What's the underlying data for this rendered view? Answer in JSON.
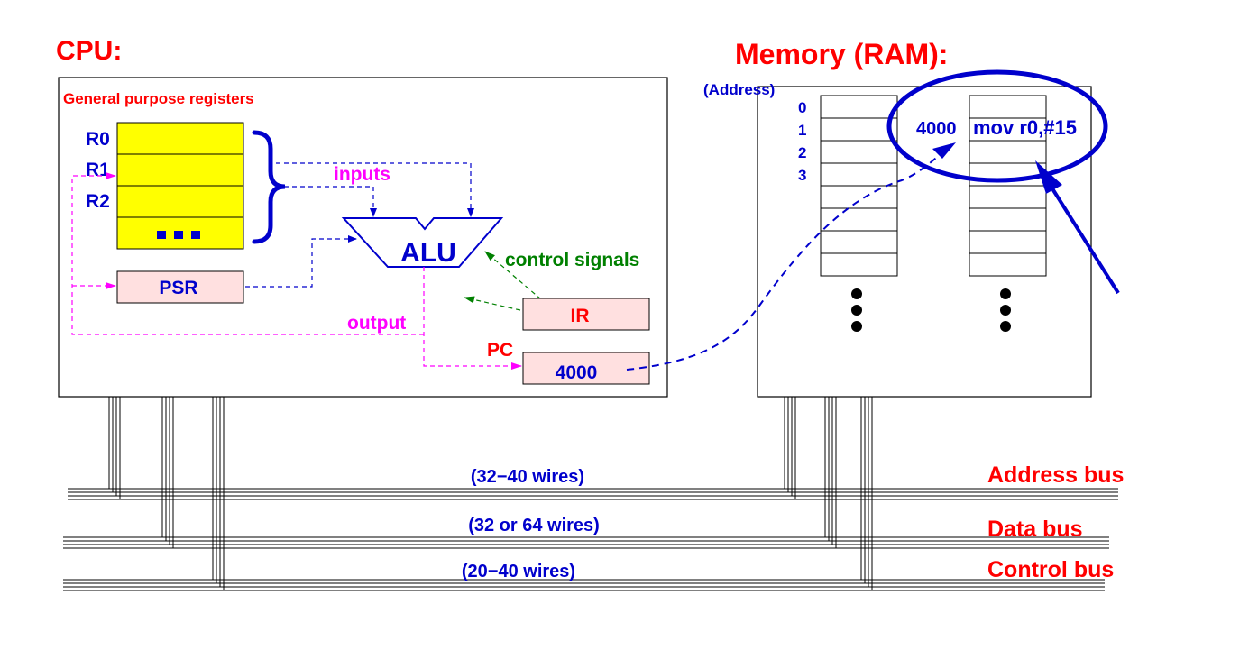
{
  "cpu": {
    "title": "CPU:",
    "gpr_title": "General purpose registers",
    "registers": [
      "R0",
      "R1",
      "R2"
    ],
    "register_more": "...",
    "alu_label": "ALU",
    "psr_label": "PSR",
    "ir_label": "IR",
    "pc_label": "PC",
    "pc_value": "4000",
    "inputs_label": "inputs",
    "output_label": "output",
    "control_signals_label": "control signals"
  },
  "memory": {
    "title": "Memory (RAM):",
    "address_header": "(Address)",
    "address_labels": [
      "0",
      "1",
      "2",
      "3"
    ],
    "highlight_address": "4000",
    "highlight_instruction": "mov r0,#15"
  },
  "buses": [
    {
      "name": "Address bus",
      "wires": "(32−40 wires)"
    },
    {
      "name": "Data bus",
      "wires": "(32 or 64 wires)"
    },
    {
      "name": "Control bus",
      "wires": "(20−40 wires)"
    }
  ],
  "colors": {
    "red": "#ff0000",
    "blue": "#0000cc",
    "magenta": "#ff00ff",
    "green": "#008000",
    "register_fill": "#ffff00",
    "box_fill": "#ffe0e0"
  }
}
